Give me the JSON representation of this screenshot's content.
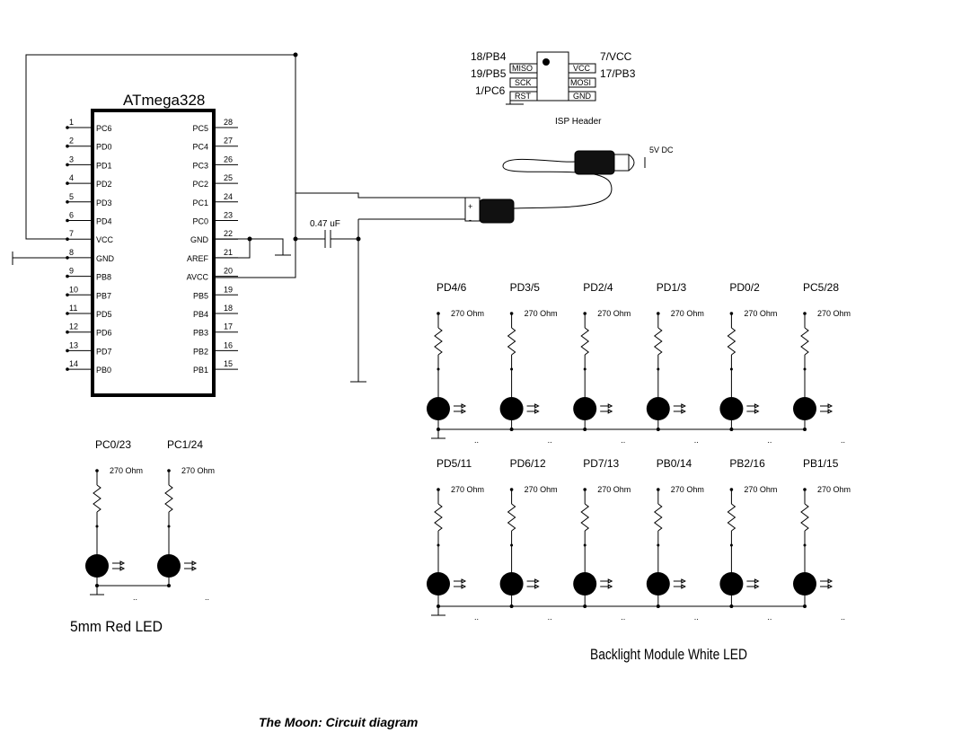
{
  "chip": {
    "name": "ATmega328",
    "left_pins": [
      {
        "num": "1",
        "label": "PC6"
      },
      {
        "num": "2",
        "label": "PD0"
      },
      {
        "num": "3",
        "label": "PD1"
      },
      {
        "num": "4",
        "label": "PD2"
      },
      {
        "num": "5",
        "label": "PD3"
      },
      {
        "num": "6",
        "label": "PD4"
      },
      {
        "num": "7",
        "label": "VCC"
      },
      {
        "num": "8",
        "label": "GND"
      },
      {
        "num": "9",
        "label": "PB8"
      },
      {
        "num": "10",
        "label": "PB7"
      },
      {
        "num": "11",
        "label": "PD5"
      },
      {
        "num": "12",
        "label": "PD6"
      },
      {
        "num": "13",
        "label": "PD7"
      },
      {
        "num": "14",
        "label": "PB0"
      }
    ],
    "right_pins": [
      {
        "num": "28",
        "label": "PC5"
      },
      {
        "num": "27",
        "label": "PC4"
      },
      {
        "num": "26",
        "label": "PC3"
      },
      {
        "num": "25",
        "label": "PC2"
      },
      {
        "num": "24",
        "label": "PC1"
      },
      {
        "num": "23",
        "label": "PC0"
      },
      {
        "num": "22",
        "label": "GND"
      },
      {
        "num": "21",
        "label": "AREF"
      },
      {
        "num": "20",
        "label": "AVCC"
      },
      {
        "num": "19",
        "label": "PB5"
      },
      {
        "num": "18",
        "label": "PB4"
      },
      {
        "num": "17",
        "label": "PB3"
      },
      {
        "num": "16",
        "label": "PB2"
      },
      {
        "num": "15",
        "label": "PB1"
      }
    ]
  },
  "isp": {
    "caption": "ISP Header",
    "left_ext": [
      "18/PB4",
      "19/PB5",
      "1/PC6"
    ],
    "left_pins": [
      "MISO",
      "SCK",
      "RST"
    ],
    "right_pins": [
      "VCC",
      "MOSI",
      "GND"
    ],
    "right_ext": [
      "7/VCC",
      "17/PB3"
    ]
  },
  "power": {
    "label": "5V DC",
    "plus": "+",
    "minus": "-"
  },
  "capacitor": {
    "label": "0.47 uF"
  },
  "resistor_value": "270 Ohm",
  "white_row1": [
    "PD4/6",
    "PD3/5",
    "PD2/4",
    "PD1/3",
    "PD0/2",
    "PC5/28"
  ],
  "white_row2": [
    "PD5/11",
    "PD6/12",
    "PD7/13",
    "PB0/14",
    "PB2/16",
    "PB1/15"
  ],
  "red_leds": [
    "PC0/23",
    "PC1/24"
  ],
  "red_caption": "5mm Red LED",
  "white_caption": "Backlight Module White LED",
  "title": "The Moon: Circuit diagram",
  "tick_mark": ".."
}
